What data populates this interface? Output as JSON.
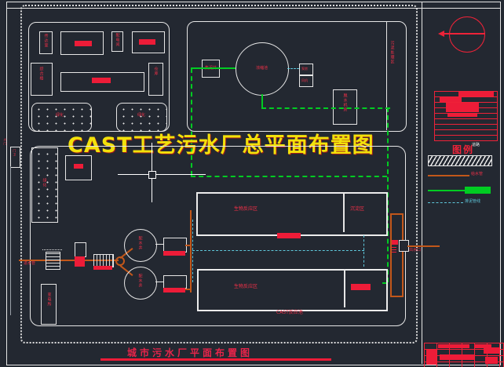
{
  "drawing": {
    "main_title": "CAST工艺污水厂总平面布置图",
    "bottom_caption": "城市污水厂平面布置图",
    "cast_caption": "CAST反应池",
    "outlet_label": "出水口",
    "inlet_label": "进水管",
    "entry_label": "大门"
  },
  "legend": {
    "heading": "图例",
    "items": [
      {
        "name": "road",
        "label": "道路",
        "style": "hatch"
      },
      {
        "name": "water-pipe",
        "label": "给水管",
        "style": "solid",
        "color": "#c2571a"
      },
      {
        "name": "sludge-pipe",
        "label": "",
        "style": "thick",
        "color": "#00cc22"
      },
      {
        "name": "drain-pipe",
        "label": "排泥管线",
        "style": "dashdot",
        "color": "#5fc8dc"
      }
    ]
  },
  "labels": {
    "admin": {
      "b1": "传达室",
      "b3": "配电间",
      "b5": "综合楼",
      "b7": "仓库",
      "park1": "绿化",
      "park2": "绿化"
    },
    "sludge": {
      "tank": "浓缩池",
      "well": "集泥井",
      "pump_a": "泵房",
      "pump_b": "风机",
      "dewater": "脱水机房",
      "strip": "污泥处理区"
    },
    "west": {
      "gate": "门卫",
      "green": "绿化",
      "substation": "变电所"
    },
    "process": {
      "well1": "配水井",
      "well2": "配水井"
    },
    "cast": {
      "tank1": "生物反应区",
      "cell1": "沉淀区",
      "tank2": "生物反应区"
    }
  },
  "colors": {
    "background": "#232831",
    "outline_white": "#e6e6e6",
    "red": "#ed1c38",
    "green_pipe": "#00cc22",
    "orange_pipe": "#c2571a",
    "cyan_pipe": "#5fc8dc",
    "title_yellow": "#f2e10a"
  }
}
